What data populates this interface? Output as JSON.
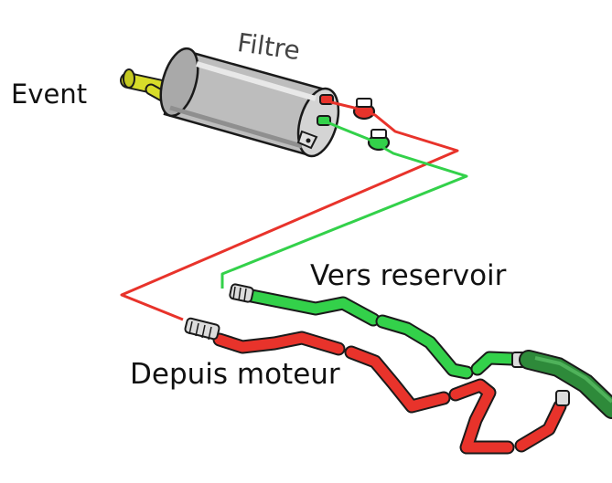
{
  "labels": {
    "event": "Event",
    "filtre": "Filtre",
    "vers_reservoir": "Vers reservoir",
    "depuis_moteur": "Depuis moteur"
  },
  "colors": {
    "red_line": "#e8332b",
    "green_line": "#33d14a",
    "event_tube": "#d7dc2a",
    "canister": "#bfbfbf",
    "outline": "#1a1a1a"
  }
}
